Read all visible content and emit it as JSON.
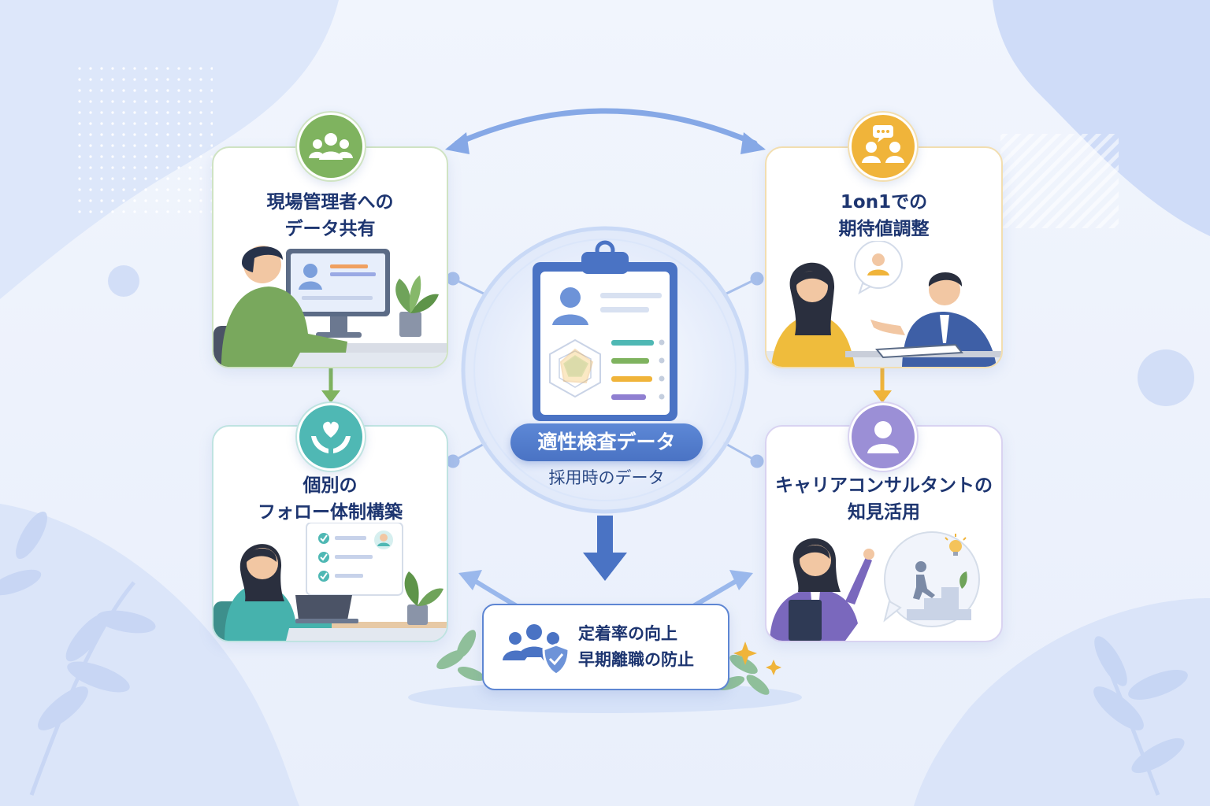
{
  "center": {
    "label": "適性検査データ",
    "sublabel": "採用時のデータ"
  },
  "cards": [
    {
      "id": "share",
      "title_line1": "現場管理者への",
      "title_line2": "データ共有",
      "accent": "#7fb35f",
      "badge_icon": "team-icon"
    },
    {
      "id": "oneonone",
      "title_line1": "1on1での",
      "title_line2": "期待値調整",
      "accent": "#f0b43a",
      "badge_icon": "chat-people-icon"
    },
    {
      "id": "follow",
      "title_line1": "個別の",
      "title_line2": "フォロー体制構築",
      "accent": "#4fb8b4",
      "badge_icon": "heart-hands-icon"
    },
    {
      "id": "consultant",
      "title_line1": "キャリアコンサルタントの",
      "title_line2": "知見活用",
      "accent": "#9b8fd6",
      "badge_icon": "person-icon"
    }
  ],
  "result": {
    "line1": "定着率の向上",
    "line2": "早期離職の防止",
    "icon": "team-shield-icon"
  },
  "colors": {
    "primary": "#4a73c4",
    "navy": "#1d3570",
    "background": "#eef3fd"
  }
}
